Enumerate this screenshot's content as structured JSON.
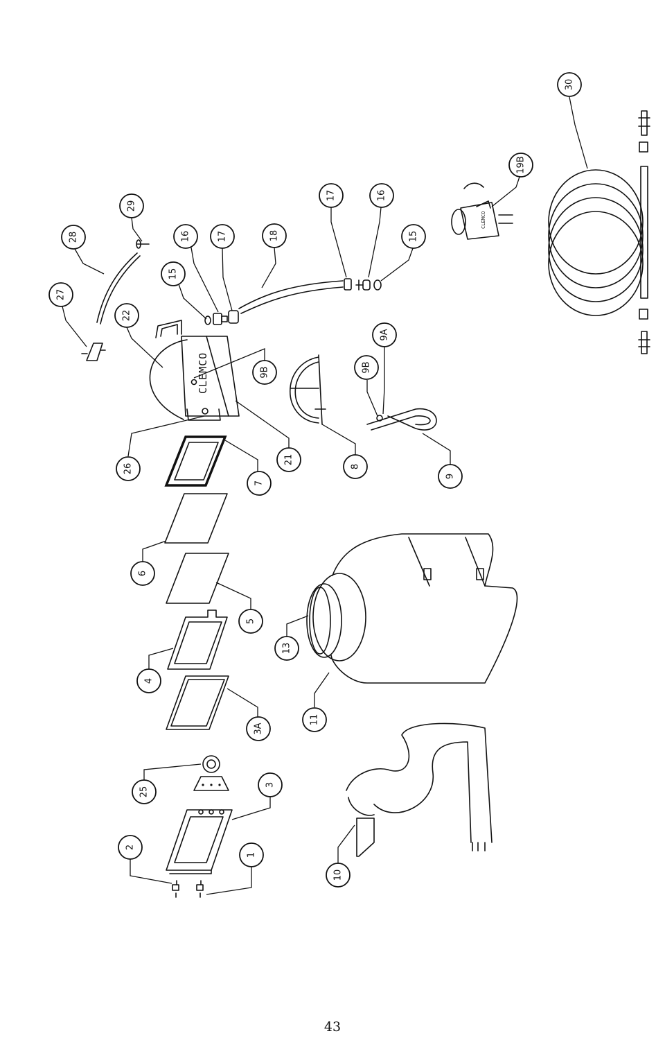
{
  "page": {
    "number": "43"
  },
  "brand": {
    "housing_label": "CLEMCO",
    "valve_label": "CLEMCO"
  },
  "callouts": [
    {
      "id": "c1",
      "label": "1"
    },
    {
      "id": "c2",
      "label": "2"
    },
    {
      "id": "c3",
      "label": "3"
    },
    {
      "id": "c3a",
      "label": "3A"
    },
    {
      "id": "c4",
      "label": "4"
    },
    {
      "id": "c5",
      "label": "5"
    },
    {
      "id": "c6",
      "label": "6"
    },
    {
      "id": "c7",
      "label": "7"
    },
    {
      "id": "c8",
      "label": "8"
    },
    {
      "id": "c9",
      "label": "9"
    },
    {
      "id": "c9a",
      "label": "9A"
    },
    {
      "id": "c9b_lower",
      "label": "9B"
    },
    {
      "id": "c9b_upper",
      "label": "9B"
    },
    {
      "id": "c10",
      "label": "10"
    },
    {
      "id": "c11",
      "label": "11"
    },
    {
      "id": "c13",
      "label": "13"
    },
    {
      "id": "c15_upper",
      "label": "15"
    },
    {
      "id": "c15_lower",
      "label": "15"
    },
    {
      "id": "c16_upper",
      "label": "16"
    },
    {
      "id": "c16_lower",
      "label": "16"
    },
    {
      "id": "c17_upper",
      "label": "17"
    },
    {
      "id": "c17_lower",
      "label": "17"
    },
    {
      "id": "c18",
      "label": "18"
    },
    {
      "id": "c19b",
      "label": "19B"
    },
    {
      "id": "c21",
      "label": "21"
    },
    {
      "id": "c22",
      "label": "22"
    },
    {
      "id": "c25",
      "label": "25"
    },
    {
      "id": "c26",
      "label": "26"
    },
    {
      "id": "c27",
      "label": "27"
    },
    {
      "id": "c28",
      "label": "28"
    },
    {
      "id": "c29",
      "label": "29"
    },
    {
      "id": "c30",
      "label": "30"
    }
  ]
}
